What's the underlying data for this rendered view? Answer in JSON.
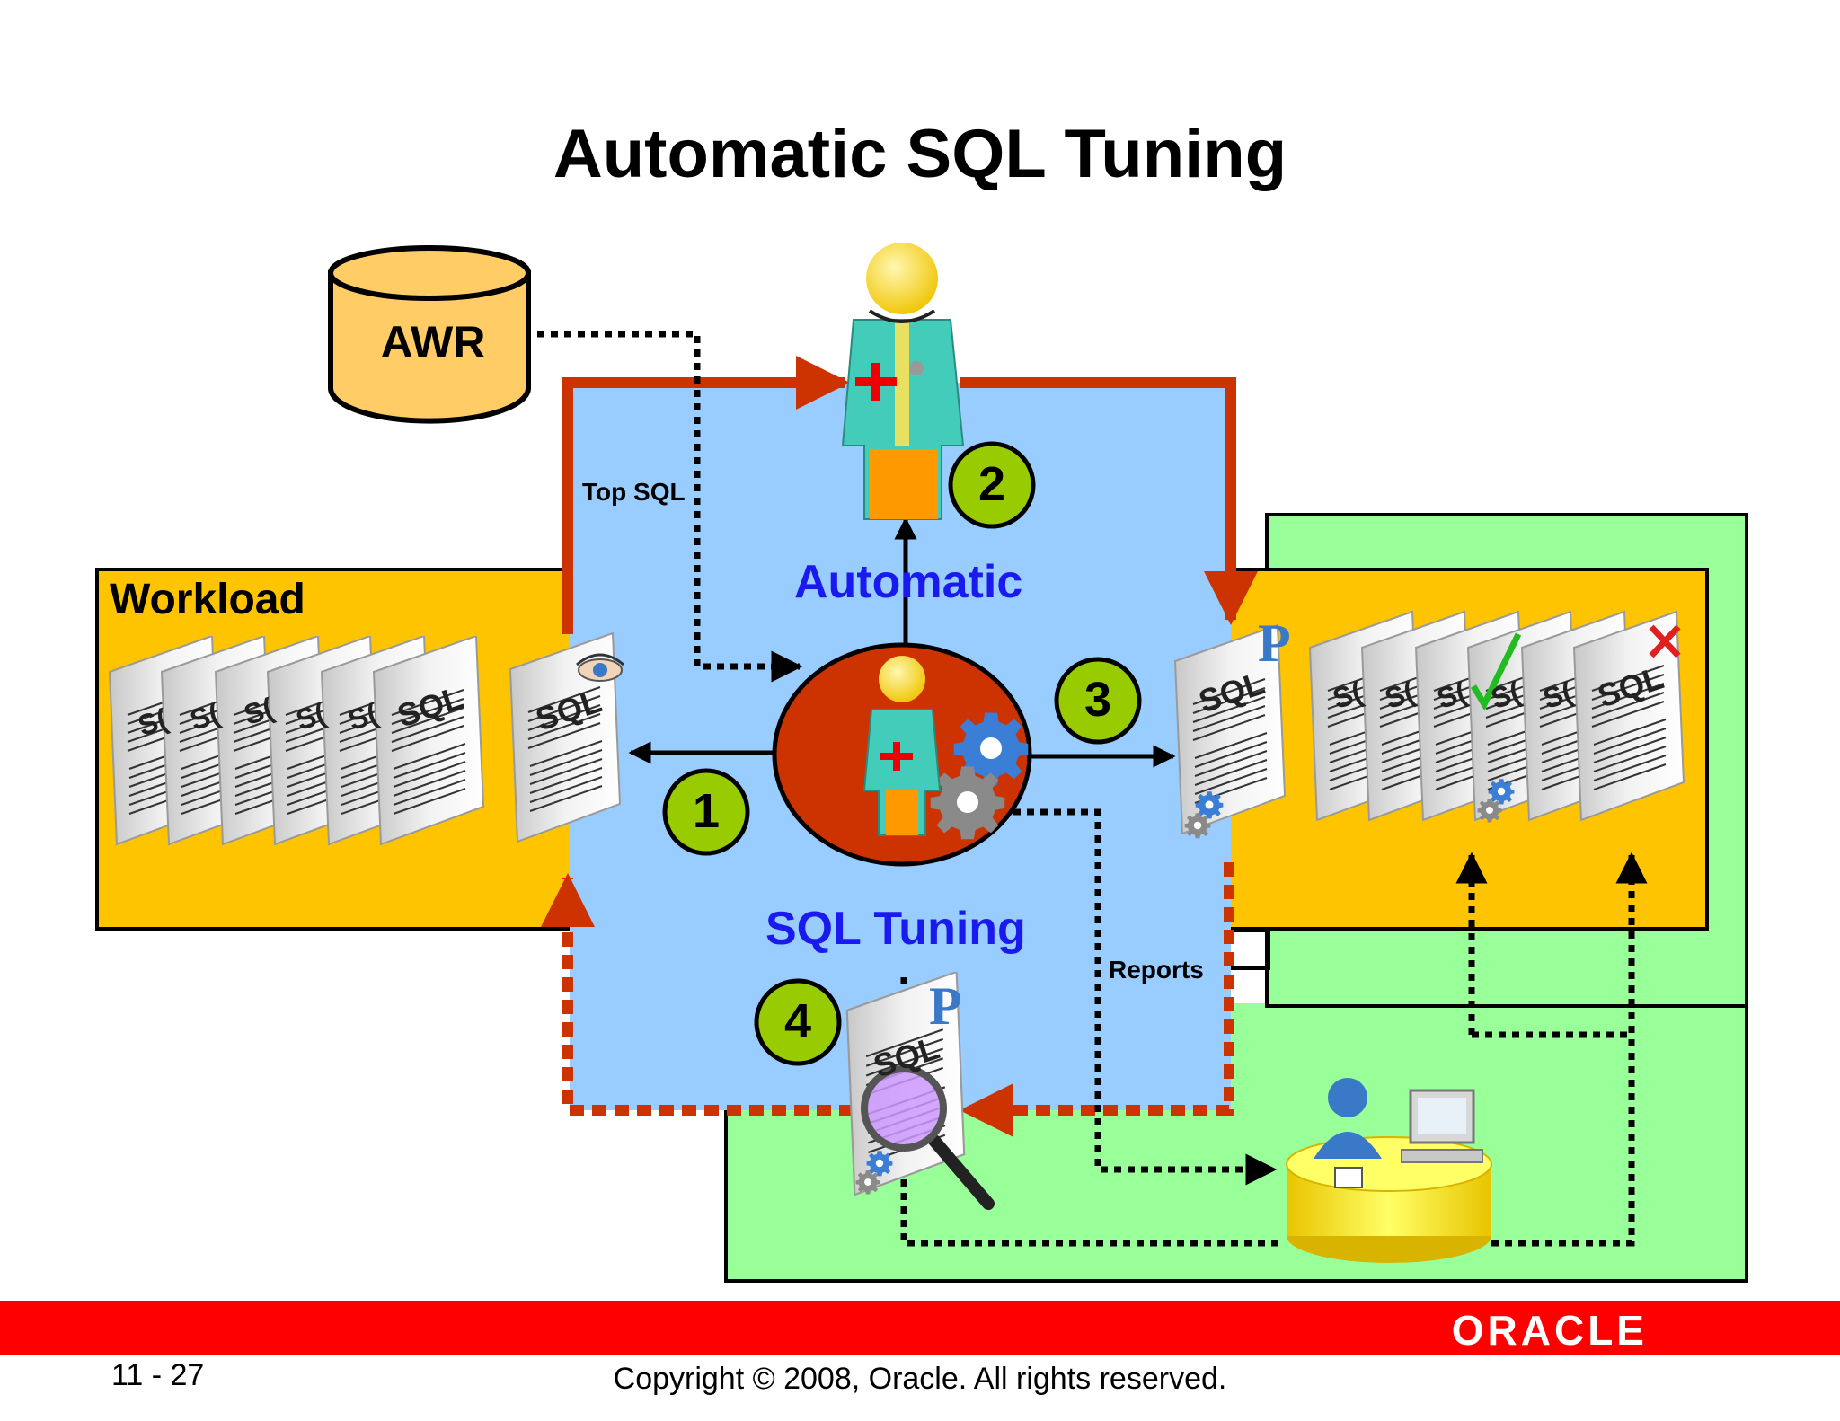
{
  "title": "Automatic SQL Tuning",
  "awr": {
    "label": "AWR"
  },
  "labels": {
    "top_sql": "Top SQL",
    "workload": "Workload",
    "automatic": "Automatic",
    "sql_tuning": "SQL Tuning",
    "reports": "Reports"
  },
  "steps": [
    "1",
    "2",
    "3",
    "4"
  ],
  "doc_label": "SQL",
  "doc_truncated_label": "S(",
  "doc_symbol": "P",
  "footer": {
    "brand": "ORACLE",
    "page_number": "11 - 27",
    "copyright": "Copyright © 2008, Oracle. All rights reserved."
  },
  "colors": {
    "workload_fill": "#ffc400",
    "automatic_fill": "#99ccff",
    "result_fill": "#99ff99",
    "awr_fill": "#ffcc66",
    "flow_red": "#cc3300",
    "step_fill": "#99cc00",
    "label_blue": "#1a1aee",
    "brand_red": "#ff0000"
  },
  "icons": [
    "database-icon",
    "doctor-icon",
    "gears-icon",
    "eye-icon",
    "check-icon",
    "x-icon",
    "magnifier-icon",
    "user-workstation-icon"
  ]
}
